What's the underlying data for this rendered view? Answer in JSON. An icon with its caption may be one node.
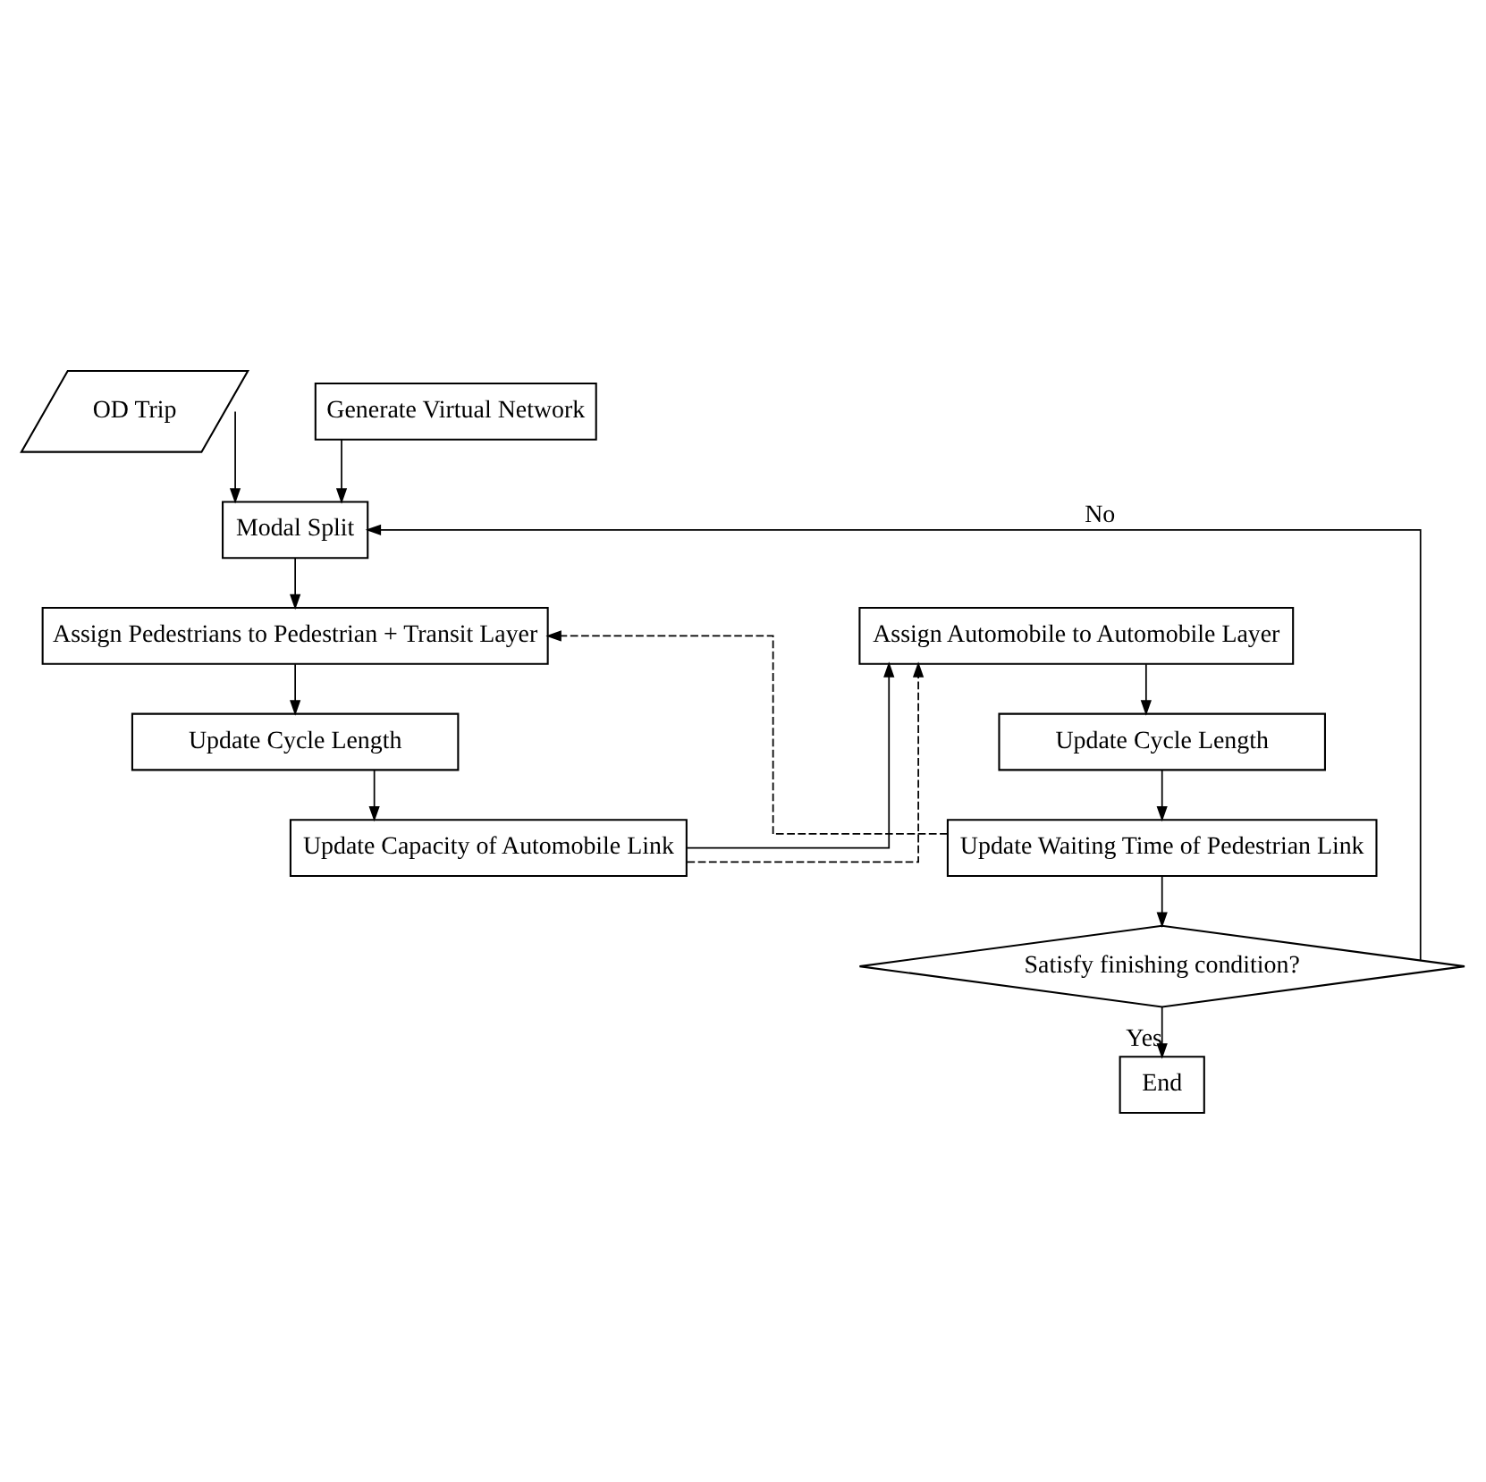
{
  "diagram": {
    "nodes": [
      {
        "text": [
          "OD Trip"
        ]
      },
      {
        "text": [
          "Generate Virtual Network"
        ]
      },
      {
        "text": [
          "Modal Split"
        ]
      },
      {
        "text": [
          "Assign Pedestrians to Pedestrian + Transit Layer"
        ]
      },
      {
        "text": [
          "Update Cycle Length"
        ]
      },
      {
        "text": [
          "Update Capacity of Automobile Link"
        ]
      },
      {
        "text": [
          "Assign Automobile to Automobile Layer"
        ]
      },
      {
        "text": [
          "Update Cycle Length"
        ]
      },
      {
        "text": [
          "Update Waiting Time of Pedestrian Link"
        ]
      },
      {
        "text": [
          "Satisfy finishing condition?"
        ]
      },
      {
        "text": [
          "End"
        ]
      }
    ],
    "edges": [
      {
        "from": 1,
        "to": 2,
        "arrow": "to"
      },
      {
        "from": 0,
        "to": 2,
        "arrow": "to"
      },
      {
        "from": 2,
        "to": 3,
        "arrow": "to"
      },
      {
        "from": 3,
        "to": 4,
        "arrow": "to"
      },
      {
        "from": 4,
        "to": 5,
        "arrow": "to"
      },
      {
        "from": 5,
        "to": 6,
        "arrow": "to"
      },
      {
        "from": 6,
        "to": 7,
        "arrow": "to"
      },
      {
        "from": 7,
        "to": 8,
        "arrow": "to"
      },
      {
        "from": 5,
        "to": 6,
        "arrow": "to",
        "style": "dashed"
      },
      {
        "from": 8,
        "to": 3,
        "arrow": "to",
        "style": "dashed"
      },
      {
        "from": 8,
        "to": 9,
        "arrow": "to"
      },
      {
        "from": 9,
        "to": 2,
        "arrow": "to",
        "label": "No"
      },
      {
        "from": 9,
        "to": 10,
        "arrow": "to",
        "label": "Yes"
      }
    ]
  }
}
